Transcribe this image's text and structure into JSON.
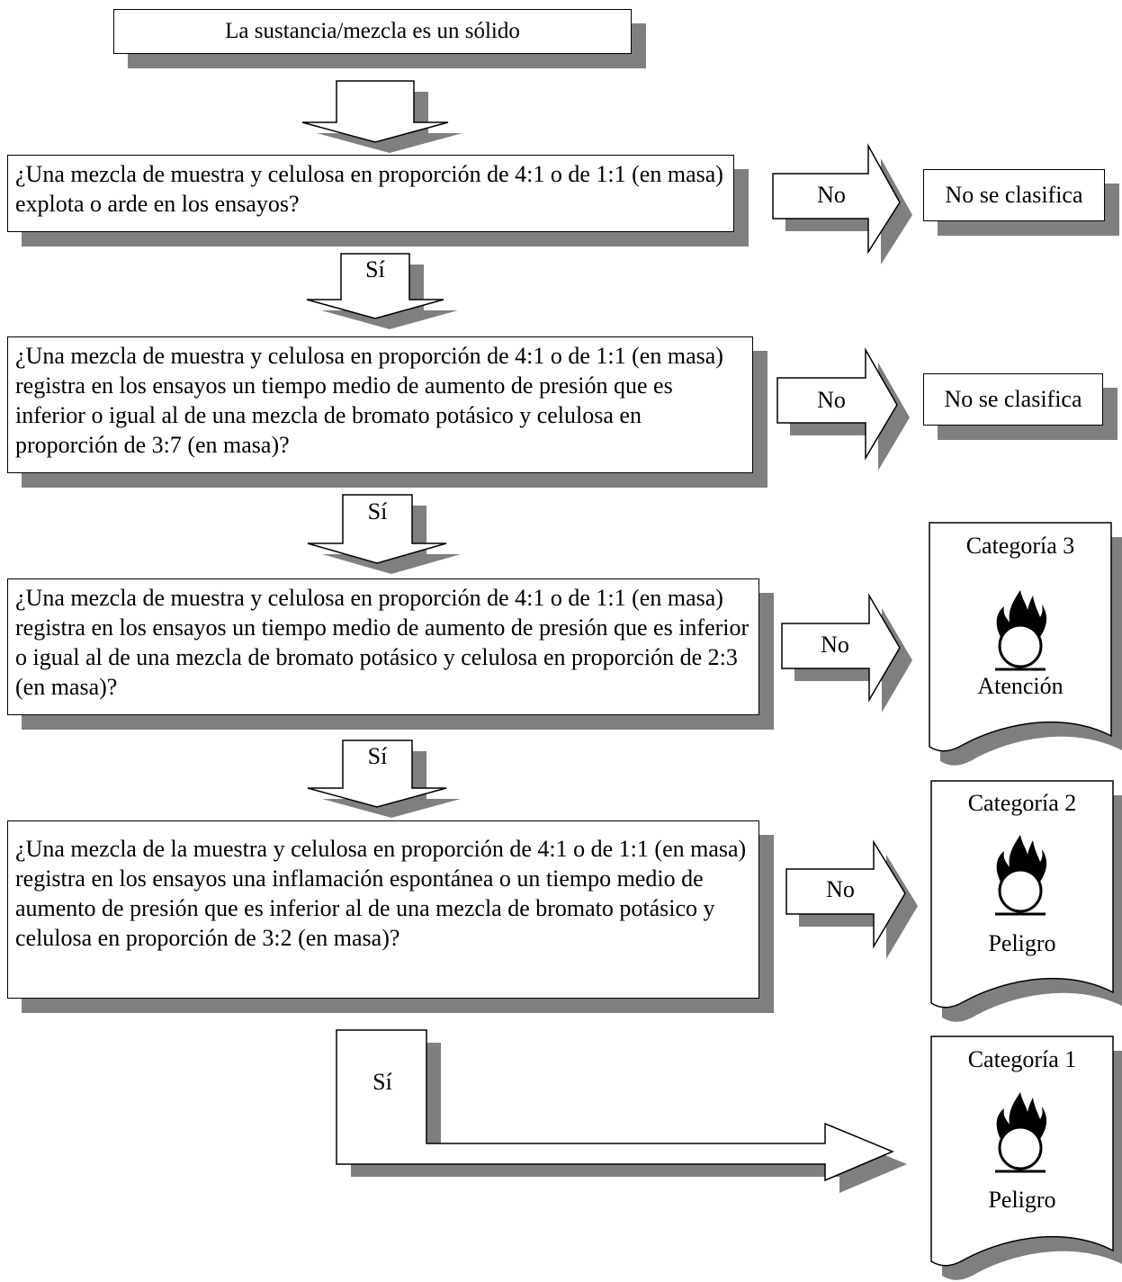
{
  "start": "La sustancia/mezcla es un sólido",
  "questions": [
    "¿Una mezcla de muestra y celulosa en proporción de 4:1 o de 1:1 (en masa) explota o arde en los ensayos?",
    "¿Una mezcla de muestra y celulosa en proporción de 4:1 o de 1:1 (en masa) registra en los ensayos un tiempo medio de aumento de presión que es inferior o igual al de una mezcla de bromato potásico y celulosa en proporción de 3:7 (en masa)?",
    "¿Una mezcla de muestra y celulosa en proporción de 4:1 o de 1:1 (en masa) registra en los ensayos un tiempo medio de aumento de presión que es inferior o igual al de una mezcla de bromato potásico y celulosa en proporción de 2:3 (en masa)?",
    "¿Una mezcla de la muestra y celulosa en proporción de 4:1 o de 1:1 (en masa) registra en los ensayos una inflamación espontánea o un tiempo medio de aumento de presión que es inferior al de una mezcla de bromato potásico y celulosa en proporción de 3:2 (en masa)?"
  ],
  "labels": {
    "yes": "Sí",
    "no": "No"
  },
  "not_classified": "No se clasifica",
  "categories": [
    {
      "title": "Categoría 3",
      "word": "Atención",
      "icon": "flame-over-circle-icon"
    },
    {
      "title": "Categoría 2",
      "word": "Peligro",
      "icon": "flame-over-circle-icon"
    },
    {
      "title": "Categoría 1",
      "word": "Peligro",
      "icon": "flame-over-circle-icon"
    }
  ],
  "colors": {
    "line": "#000000",
    "shadow": "#7f7f7f",
    "fill": "#ffffff"
  }
}
